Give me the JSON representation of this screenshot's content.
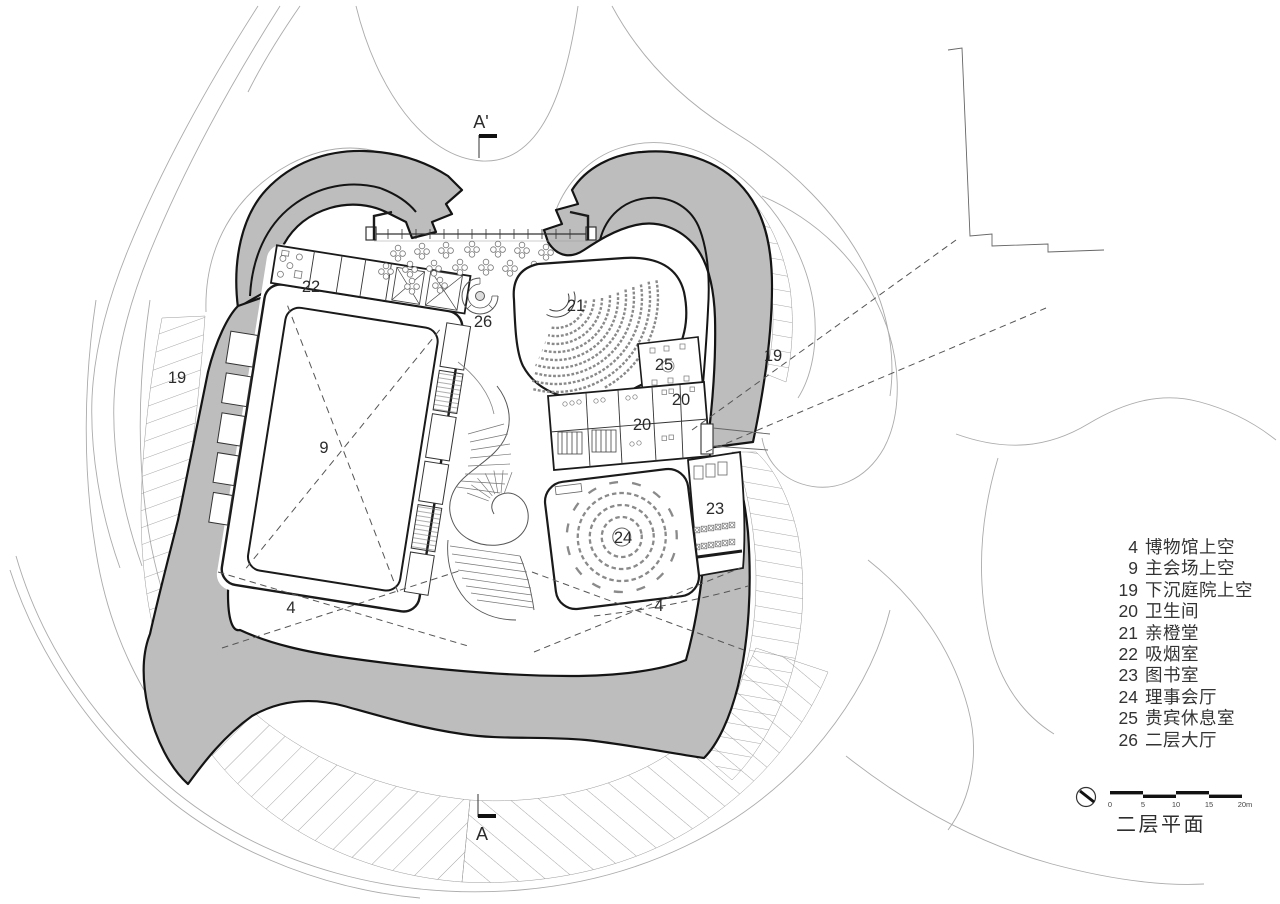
{
  "drawing": {
    "title": "二层平面",
    "section_label_top": "A'",
    "section_label_bottom": "A"
  },
  "legend": {
    "items": [
      {
        "num": "4",
        "label": "博物馆上空"
      },
      {
        "num": "9",
        "label": "主会场上空"
      },
      {
        "num": "19",
        "label": "下沉庭院上空"
      },
      {
        "num": "20",
        "label": "卫生间"
      },
      {
        "num": "21",
        "label": "亲橙堂"
      },
      {
        "num": "22",
        "label": "吸烟室"
      },
      {
        "num": "23",
        "label": "图书室"
      },
      {
        "num": "24",
        "label": "理事会厅"
      },
      {
        "num": "25",
        "label": "贵宾休息室"
      },
      {
        "num": "26",
        "label": "二层大厅"
      }
    ]
  },
  "scale_bar": {
    "ticks": [
      "0",
      "5",
      "10",
      "15",
      "20m"
    ]
  },
  "plan_labels": [
    {
      "id": "room-22",
      "text": "22"
    },
    {
      "id": "hall-26",
      "text": "26"
    },
    {
      "id": "hall-21",
      "text": "21"
    },
    {
      "id": "room-25",
      "text": "25"
    },
    {
      "id": "room-20a",
      "text": "20"
    },
    {
      "id": "room-20b",
      "text": "20"
    },
    {
      "id": "room-23",
      "text": "23"
    },
    {
      "id": "room-24",
      "text": "24"
    },
    {
      "id": "void-9",
      "text": "9"
    },
    {
      "id": "void-19-left",
      "text": "19"
    },
    {
      "id": "void-19-right",
      "text": "19"
    },
    {
      "id": "void-4-left",
      "text": "4"
    },
    {
      "id": "void-4-right",
      "text": "4"
    }
  ],
  "colors": {
    "void_gray": "#bdbdbd",
    "wall_line": "#1a1a1a",
    "site_line": "#ababab",
    "hatch_line": "#8f8f8f",
    "dashed_line": "#555555"
  }
}
